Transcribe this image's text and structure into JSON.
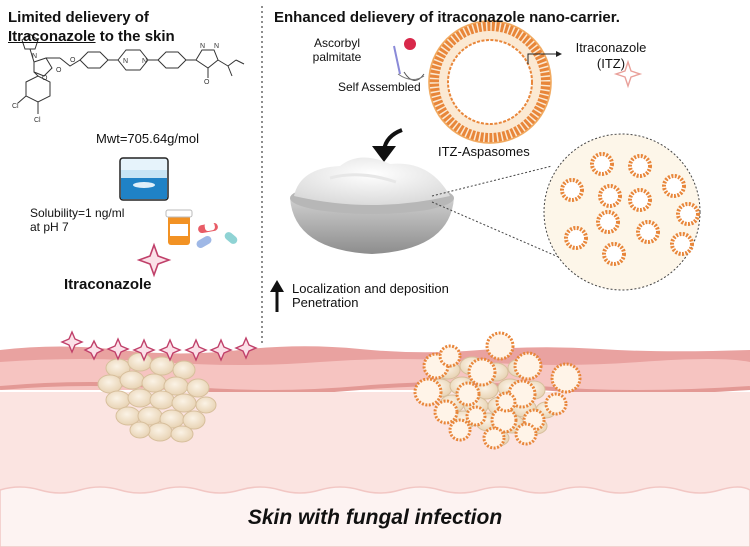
{
  "left_panel": {
    "title_prefix": "Limited  delievery of",
    "title_drug": "Itraconazole",
    "title_suffix": "to the skin",
    "molecular_weight": "Mwt=705.64g/mol",
    "solubility_line1": "Solubility=1 ng/ml",
    "solubility_line2": "at pH 7",
    "drug_name": "Itraconazole"
  },
  "right_panel": {
    "title": "Enhanced delievery of itraconazole nano-carrier.",
    "ascorbyl_line1": "Ascorbyl",
    "ascorbyl_line2": "palmitate",
    "self_assembled": "Self Assembled",
    "itz_line1": "Itraconazole",
    "itz_line2": "(ITZ)",
    "aspasomes": "ITZ-Aspasomes",
    "localization": "Localization and deposition",
    "penetration": "Penetration"
  },
  "caption": "Skin with fungal infection",
  "colors": {
    "vesicle_orange": "#e8863a",
    "skin_surface": "#f3a9a9",
    "skin_deep": "#fbe3e1",
    "star_pink": "#c0406a"
  }
}
